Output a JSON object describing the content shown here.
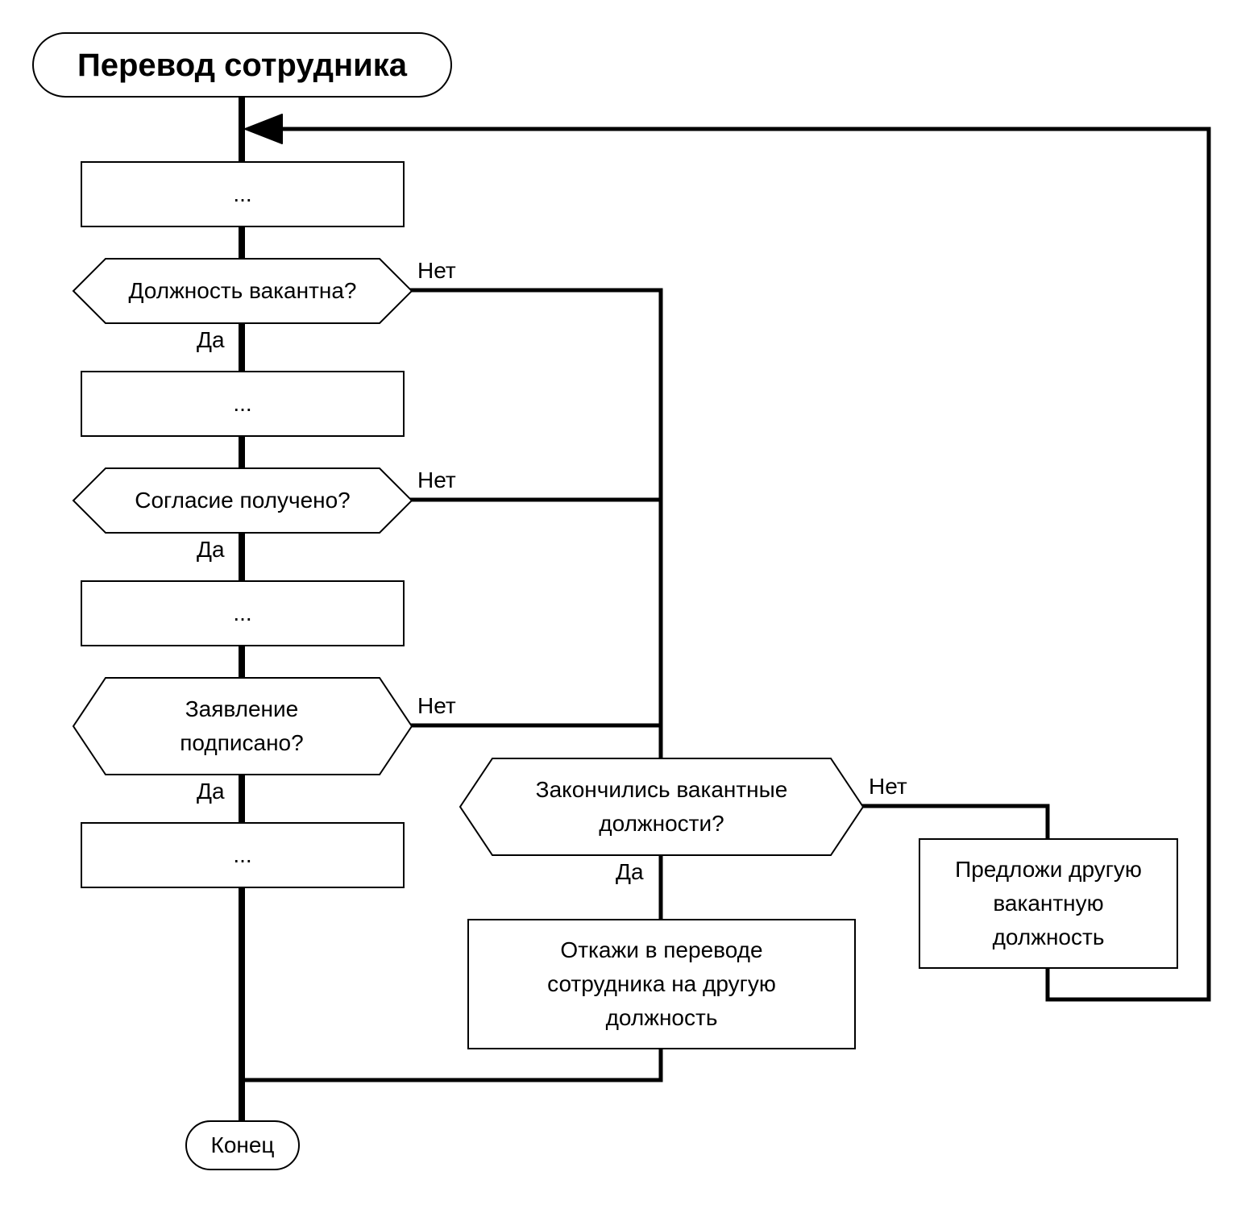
{
  "title": "Перевод сотрудника",
  "end": "Конец",
  "actions": [
    "...",
    "...",
    "...",
    "..."
  ],
  "questions": {
    "q1": "Должность вакантна?",
    "q2": "Согласие получено?",
    "q3": "Заявление подписано?",
    "q4": "Закончились вакантные должности?"
  },
  "refuse": "Откажи в переводе сотрудника на другую должность",
  "offer": "Предложи другую вакантную должность",
  "edge_labels": {
    "yes": "Да",
    "no": "Нет"
  }
}
